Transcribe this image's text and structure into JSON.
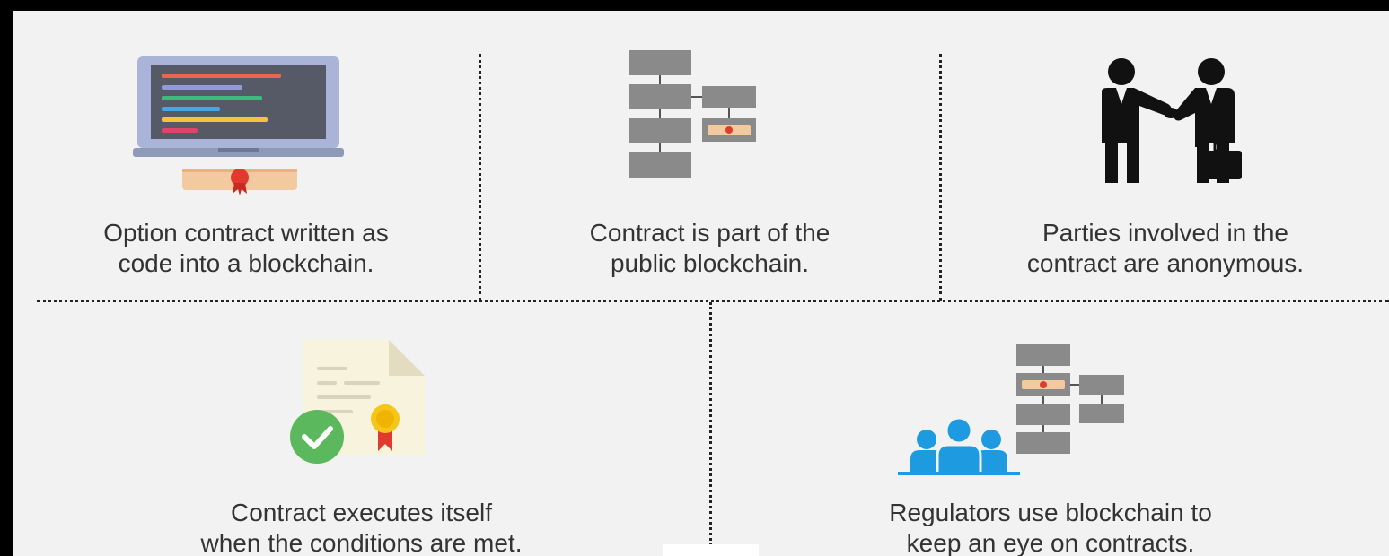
{
  "panels": [
    {
      "id": "code",
      "caption": [
        "Option contract written as",
        "code into a blockchain."
      ],
      "icon": "laptop-code-icon"
    },
    {
      "id": "public",
      "caption": [
        "Contract is part of the",
        "public blockchain."
      ],
      "icon": "blockchain-icon"
    },
    {
      "id": "anonymous",
      "caption": [
        "Parties involved in the",
        "contract are anonymous."
      ],
      "icon": "handshake-icon"
    },
    {
      "id": "execute",
      "caption": [
        "Contract executes itself",
        "when the conditions are met."
      ],
      "icon": "certificate-check-icon"
    },
    {
      "id": "regulators",
      "caption": [
        "Regulators use blockchain to",
        "keep an eye on contracts."
      ],
      "icon": "regulators-blockchain-icon"
    }
  ],
  "colors": {
    "background": "#f2f2f2",
    "block": "#8a8a8a",
    "check": "#5cb85c",
    "people": "#1e9ae0",
    "seal": "#e03a2f",
    "scroll": "#f3c9a0",
    "badge": "#f5c518"
  }
}
